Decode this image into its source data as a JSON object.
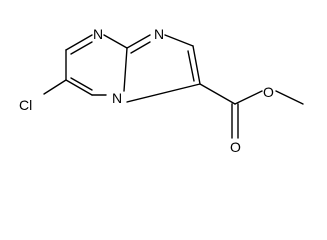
{
  "molecule": {
    "atoms": {
      "n_top_pyrimidine": "N",
      "n_top_imidazole": "N",
      "n_bridgehead": "N",
      "chlorine": "Cl",
      "ester_oxygen": "O",
      "carbonyl_oxygen": "O"
    }
  }
}
